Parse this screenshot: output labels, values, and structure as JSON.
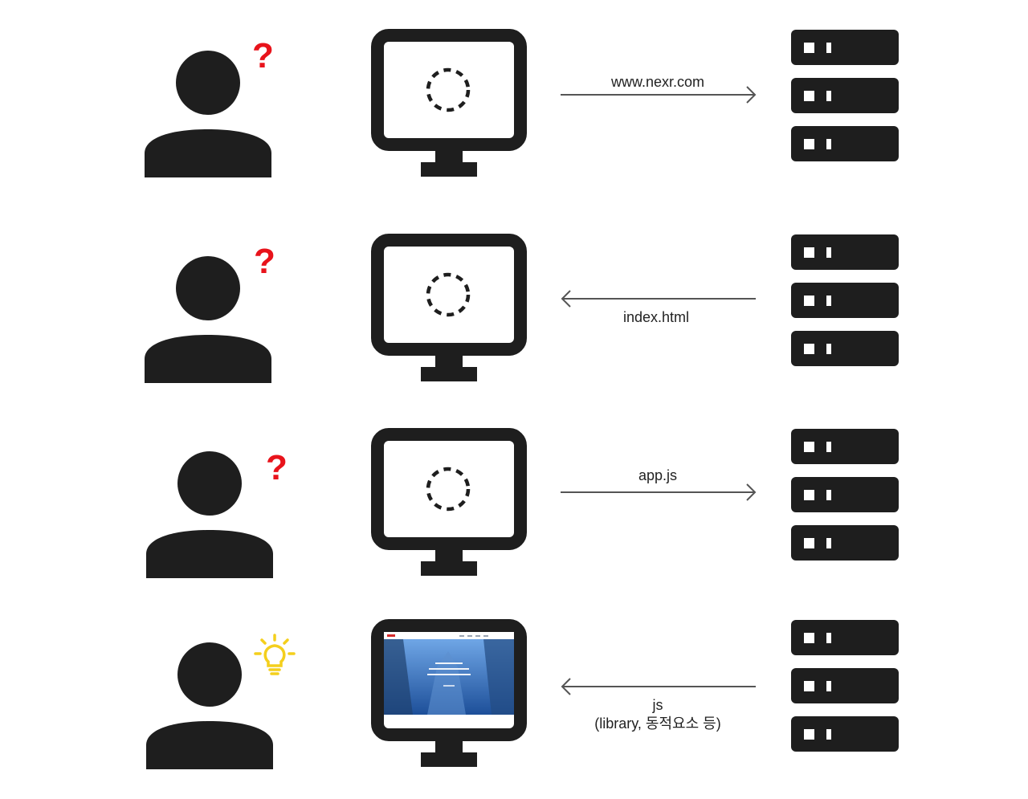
{
  "steps": [
    {
      "person_indicator": "question-mark",
      "indicator_text": "?",
      "screen": "loading",
      "direction": "to-server",
      "label": "www.nexr.com"
    },
    {
      "person_indicator": "question-mark",
      "indicator_text": "?",
      "screen": "loading",
      "direction": "to-client",
      "label": "index.html"
    },
    {
      "person_indicator": "question-mark",
      "indicator_text": "?",
      "screen": "loading",
      "direction": "to-server",
      "label": "app.js"
    },
    {
      "person_indicator": "lightbulb",
      "indicator_text": "",
      "screen": "website",
      "direction": "to-client",
      "label_line1": "js",
      "label_line2": "(library, 동적요소 등)"
    }
  ],
  "colors": {
    "icon": "#1e1e1e",
    "question": "#e8131b",
    "bulb": "#f4cf1c",
    "arrow": "#555555",
    "screen_sky": "#3f78c8"
  },
  "icons": {
    "person": "person-icon",
    "monitor": "monitor-icon",
    "server": "server-icon",
    "loading": "loading-spinner-icon",
    "lightbulb": "lightbulb-icon"
  }
}
